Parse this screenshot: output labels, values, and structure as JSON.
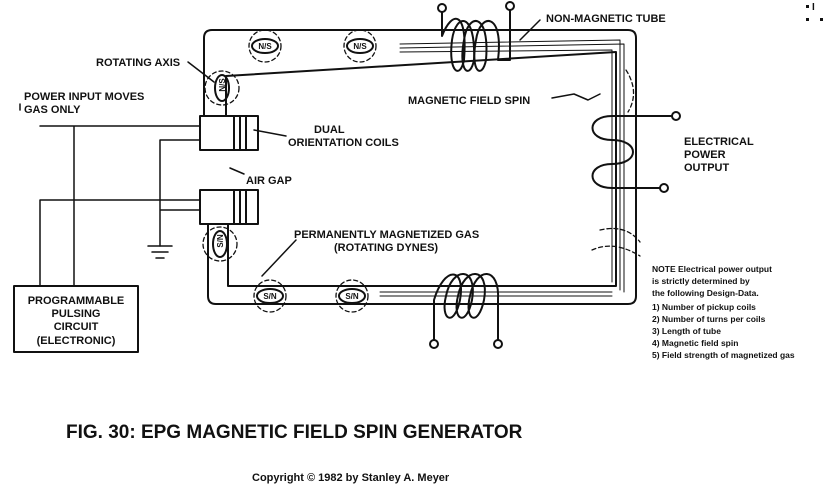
{
  "labels": {
    "non_magnetic_tube": "NON-MAGNETIC TUBE",
    "rotating_axis": "ROTATING AXIS",
    "power_input_1": "POWER INPUT MOVES",
    "power_input_2": "GAS ONLY",
    "magnetic_field_spin": "MAGNETIC FIELD SPIN",
    "dual_coils_1": "DUAL",
    "dual_coils_2": "ORIENTATION COILS",
    "electrical_output_1": "ELECTRICAL",
    "electrical_output_2": "POWER",
    "electrical_output_3": "OUTPUT",
    "air_gap": "AIR GAP",
    "magnetized_gas_1": "PERMANENTLY MAGNETIZED GAS",
    "magnetized_gas_2": "(ROTATING DYNES)",
    "pulsing_1": "PROGRAMMABLE",
    "pulsing_2": "PULSING",
    "pulsing_3": "CIRCUIT",
    "pulsing_4": "(ELECTRONIC)"
  },
  "dyne_labels": {
    "north_top_a": "N/S",
    "north_top_b": "N/S",
    "left_upper": "N/S",
    "left_lower": "S/N",
    "south_bottom_a": "S/N",
    "south_bottom_b": "S/N"
  },
  "note": {
    "line1": "NOTE  Electrical power output",
    "line2": "is strictly determined by",
    "line3": "the following Design-Data.",
    "items": [
      "1) Number of pickup coils",
      "2) Number of turns per coils",
      "3) Length of tube",
      "4) Magnetic field spin",
      "5) Field strength of magnetized gas"
    ]
  },
  "caption": "FIG. 30: EPG MAGNETIC FIELD SPIN GENERATOR",
  "copyright": "Copyright © 1982 by Stanley A. Meyer",
  "corner_mark": "I"
}
